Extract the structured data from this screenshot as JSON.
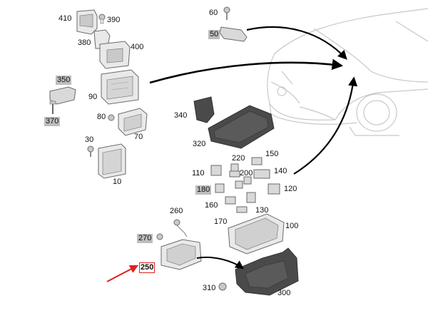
{
  "parts": [
    {
      "id": "p410",
      "label": "410",
      "style": "plain"
    },
    {
      "id": "p390",
      "label": "390",
      "style": "plain"
    },
    {
      "id": "p380",
      "label": "380",
      "style": "plain"
    },
    {
      "id": "p400",
      "label": "400",
      "style": "plain"
    },
    {
      "id": "p350",
      "label": "350",
      "style": "gray"
    },
    {
      "id": "p90",
      "label": "90",
      "style": "plain"
    },
    {
      "id": "p370",
      "label": "370",
      "style": "gray"
    },
    {
      "id": "p80",
      "label": "80",
      "style": "plain"
    },
    {
      "id": "p70",
      "label": "70",
      "style": "plain"
    },
    {
      "id": "p30",
      "label": "30",
      "style": "plain"
    },
    {
      "id": "p10",
      "label": "10",
      "style": "plain"
    },
    {
      "id": "p60",
      "label": "60",
      "style": "plain"
    },
    {
      "id": "p50",
      "label": "50",
      "style": "gray"
    },
    {
      "id": "p340",
      "label": "340",
      "style": "plain"
    },
    {
      "id": "p320",
      "label": "320",
      "style": "plain"
    },
    {
      "id": "p220",
      "label": "220",
      "style": "plain"
    },
    {
      "id": "p150",
      "label": "150",
      "style": "plain"
    },
    {
      "id": "p110",
      "label": "110",
      "style": "plain"
    },
    {
      "id": "p200",
      "label": "200",
      "style": "plain"
    },
    {
      "id": "p140",
      "label": "140",
      "style": "plain"
    },
    {
      "id": "p180",
      "label": "180",
      "style": "gray"
    },
    {
      "id": "p120",
      "label": "120",
      "style": "plain"
    },
    {
      "id": "p160",
      "label": "160",
      "style": "plain"
    },
    {
      "id": "p130",
      "label": "130",
      "style": "plain"
    },
    {
      "id": "p260",
      "label": "260",
      "style": "plain"
    },
    {
      "id": "p170",
      "label": "170",
      "style": "plain"
    },
    {
      "id": "p100",
      "label": "100",
      "style": "plain"
    },
    {
      "id": "p270",
      "label": "270",
      "style": "gray"
    },
    {
      "id": "p250",
      "label": "250",
      "style": "highlight"
    },
    {
      "id": "p310",
      "label": "310",
      "style": "plain"
    },
    {
      "id": "p300",
      "label": "300",
      "style": "plain"
    }
  ],
  "colors": {
    "part_stroke": "#6a6a6a",
    "part_fill": "#e9e9e9",
    "part_shade": "#c9c9c9",
    "dark_part": "#4a4a4a",
    "car_stroke": "#c8c8c8",
    "arrow": "#000000",
    "pointer_arrow": "#e0201e",
    "gray_label_bg": "#bdbdbd"
  }
}
